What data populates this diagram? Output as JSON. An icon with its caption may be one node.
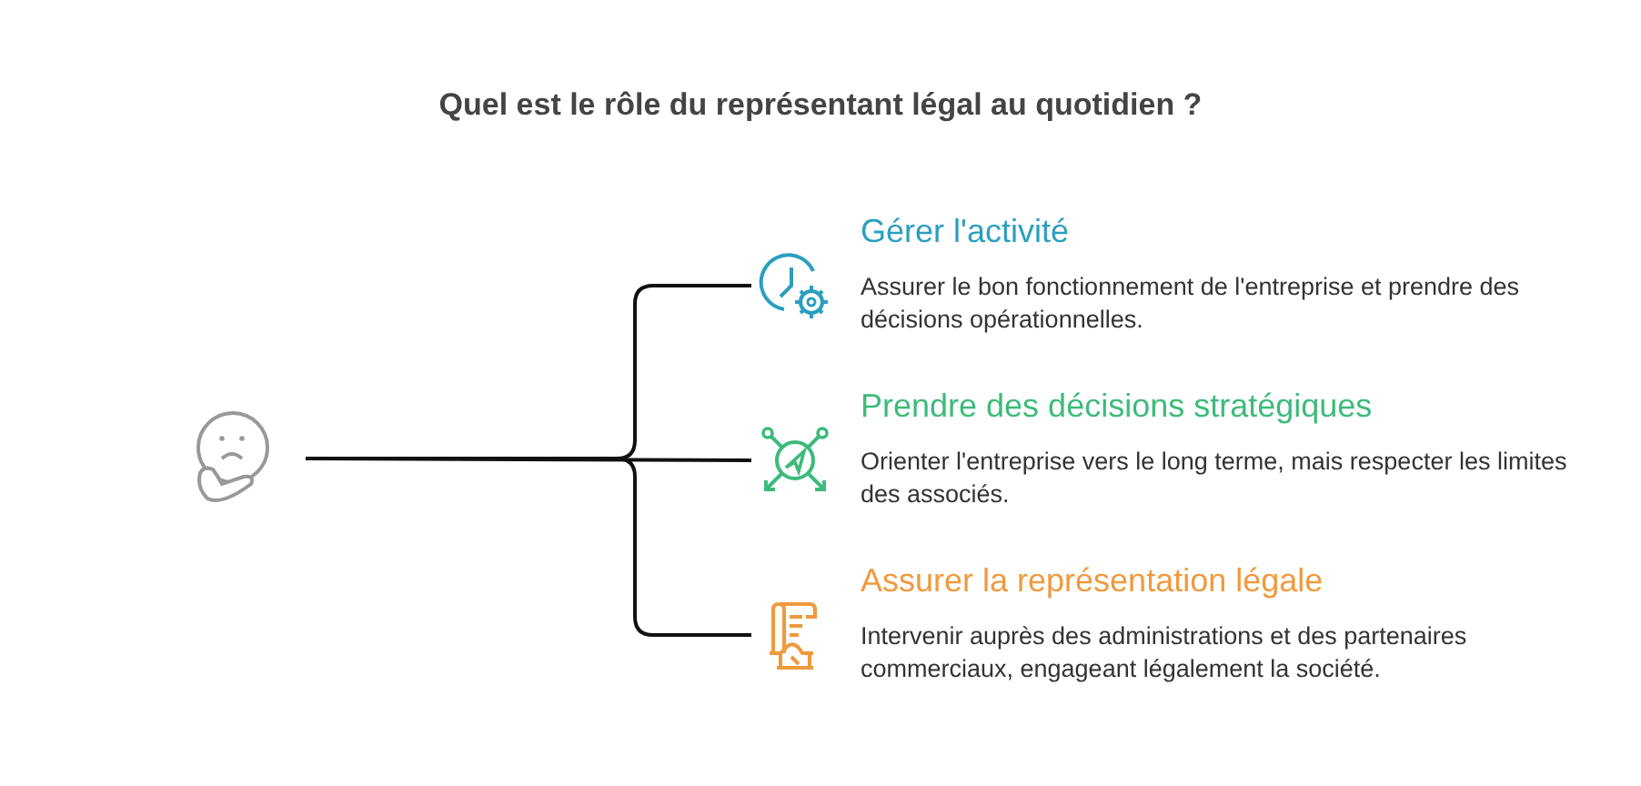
{
  "diagram": {
    "title": "Quel est le rôle du représentant légal au quotidien ?",
    "nodes": [
      {
        "text": [],
        "shape": "picture"
      },
      {
        "text": [
          "Gérer l'activité",
          "Assurer le bon fonctionnement de l'entreprise et prendre des décisions opérationnelles."
        ]
      },
      {
        "text": [
          "Prendre des décisions stratégiques",
          "Orienter l'entreprise vers le long terme, mais respecter les limites des associés."
        ]
      },
      {
        "text": [
          "Assurer la représentation légale",
          "Intervenir auprès des administrations et des partenaires commerciaux, engageant légalement la société."
        ]
      }
    ],
    "edges": [
      {
        "from": 0,
        "to": 1,
        "arrow": "none"
      },
      {
        "from": 0,
        "to": 2,
        "arrow": "none"
      },
      {
        "from": 0,
        "to": 3,
        "arrow": "none"
      }
    ]
  }
}
